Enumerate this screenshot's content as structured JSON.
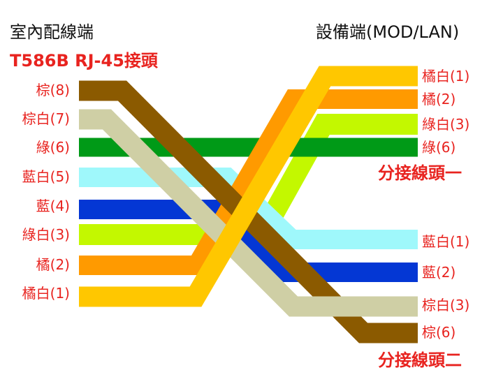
{
  "header": {
    "left_line1": "室內配線端",
    "left_line2": "T586B RJ-45接頭",
    "right_line1": "設備端(MOD/LAN)"
  },
  "left_labels": [
    "棕(8)",
    "棕白(7)",
    "綠(6)",
    "藍白(5)",
    "藍(4)",
    "綠白(3)",
    "橘(2)",
    "橘白(1)"
  ],
  "right_group1": {
    "labels": [
      "橘白(1)",
      "橘(2)",
      "綠白(3)",
      "綠(6)"
    ],
    "title": "分接線頭一"
  },
  "right_group2": {
    "labels": [
      "藍白(1)",
      "藍(2)",
      "棕白(3)",
      "棕(6)"
    ],
    "title": "分接線頭二"
  },
  "wires": [
    {
      "name": "brown",
      "color": "#8b5a00"
    },
    {
      "name": "brown-white",
      "color": "#cfcfa5"
    },
    {
      "name": "green",
      "color": "#009a17"
    },
    {
      "name": "blue-white",
      "color": "#9ff8fb"
    },
    {
      "name": "blue",
      "color": "#0437d4"
    },
    {
      "name": "green-white",
      "color": "#c3f800"
    },
    {
      "name": "orange",
      "color": "#ff9a00"
    },
    {
      "name": "orange-white",
      "color": "#ffc700"
    }
  ]
}
